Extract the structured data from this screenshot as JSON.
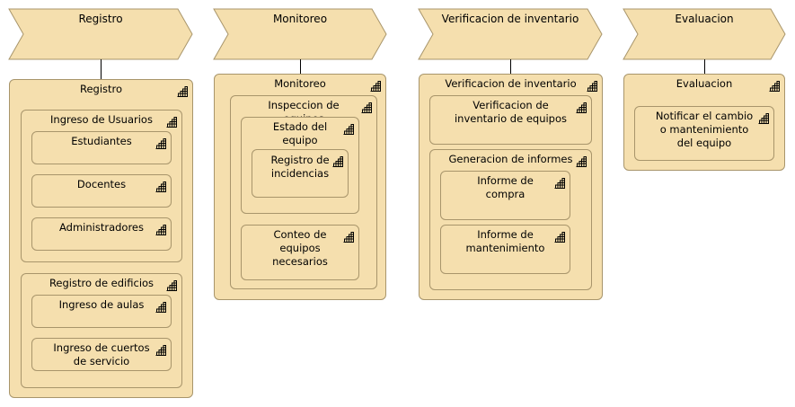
{
  "phases": [
    {
      "id": "registro",
      "label": "Registro"
    },
    {
      "id": "monitoreo",
      "label": "Monitoreo"
    },
    {
      "id": "verificacion",
      "label": "Verificacion de inventario"
    },
    {
      "id": "evaluacion",
      "label": "Evaluacion"
    }
  ],
  "nodes": [
    {
      "id": "registro",
      "label": "Registro",
      "children": [
        {
          "id": "ingreso-usuarios",
          "label": "Ingreso de Usuarios",
          "children": [
            {
              "id": "estudiantes",
              "label": "Estudiantes",
              "children": []
            },
            {
              "id": "docentes",
              "label": "Docentes",
              "children": []
            },
            {
              "id": "administradores",
              "label": "Administradores",
              "children": []
            }
          ]
        },
        {
          "id": "registro-edificios",
          "label": "Registro de edificios",
          "children": [
            {
              "id": "ingreso-aulas",
              "label": "Ingreso de aulas",
              "children": []
            },
            {
              "id": "ingreso-cuartos",
              "label": "Ingreso de cuertos de servicio",
              "children": []
            }
          ]
        }
      ]
    },
    {
      "id": "monitoreo",
      "label": "Monitoreo",
      "children": [
        {
          "id": "inspeccion",
          "label": "Inspeccion de equipos",
          "children": [
            {
              "id": "estado",
              "label": "Estado del equipo",
              "children": [
                {
                  "id": "incidencias",
                  "label": "Registro de incidencias",
                  "children": []
                }
              ]
            },
            {
              "id": "conteo",
              "label": "Conteo de equipos necesarios",
              "children": []
            }
          ]
        }
      ]
    },
    {
      "id": "verificacion",
      "label": "Verificacion de inventario",
      "children": [
        {
          "id": "verif-equipos",
          "label": "Verificacion de inventario de equipos",
          "children": []
        },
        {
          "id": "gen-informes",
          "label": "Generacion de informes",
          "children": [
            {
              "id": "informe-compra",
              "label": "Informe de compra",
              "children": []
            },
            {
              "id": "informe-mant",
              "label": "Informe de mantenimiento",
              "children": []
            }
          ]
        }
      ]
    },
    {
      "id": "evaluacion",
      "label": "Evaluacion",
      "children": [
        {
          "id": "notificar",
          "label": "Notificar el cambio o mantenimiento del equipo",
          "children": []
        }
      ]
    }
  ]
}
